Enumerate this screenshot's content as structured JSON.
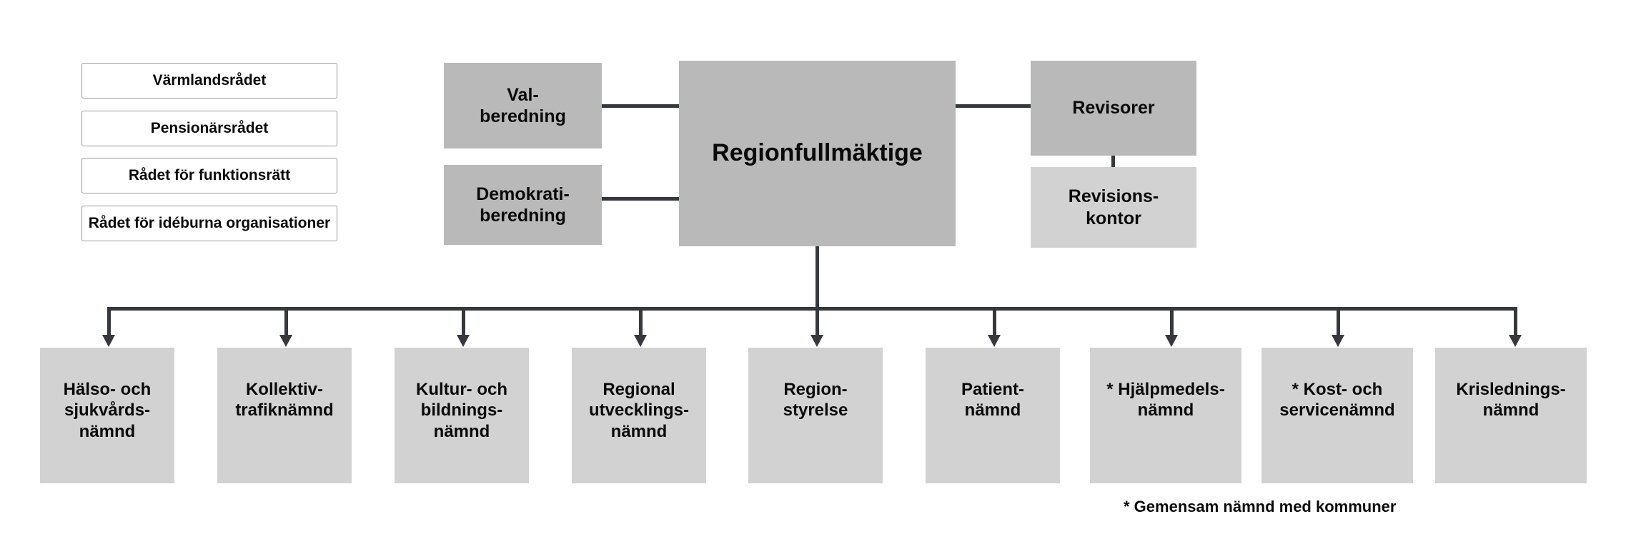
{
  "diagram": {
    "title_text": "Regionfullmäktige",
    "colors": {
      "box_dark": "#b9b9b9",
      "box_light": "#d2d2d2",
      "box_white": "#ffffff",
      "line": "#35383d",
      "text": "#0a0a0a",
      "background": "#ffffff"
    },
    "councils": [
      {
        "label": "Värmlandsrådet"
      },
      {
        "label": "Pensionärsrådet"
      },
      {
        "label": "Rådet för funktionsrätt"
      },
      {
        "label": "Rådet för idéburna organisationer"
      }
    ],
    "preparatory": [
      {
        "label": "Val-\nberedning"
      },
      {
        "label": "Demokrati-\nberedning"
      }
    ],
    "assembly": {
      "label": "Regionfullmäktige"
    },
    "audit": [
      {
        "label": "Revisorer"
      },
      {
        "label": "Revisions-\nkontor"
      }
    ],
    "committees": [
      {
        "label": "Hälso- och\nsjukvårds-\nnämnd"
      },
      {
        "label": "Kollektiv-\ntrafiknämnd"
      },
      {
        "label": "Kultur- och\nbildnings-\nnämnd"
      },
      {
        "label": "Regional\nutvecklings-\nnämnd"
      },
      {
        "label": "Region-\nstyrelse"
      },
      {
        "label": "Patient-\nnämnd"
      },
      {
        "label": "* Hjälpmedels-\nnämnd"
      },
      {
        "label": "* Kost- och\nservicenämnd"
      },
      {
        "label": "Krislednings-\nnämnd"
      }
    ],
    "footnote": {
      "label": "* Gemensam nämnd med kommuner"
    }
  }
}
